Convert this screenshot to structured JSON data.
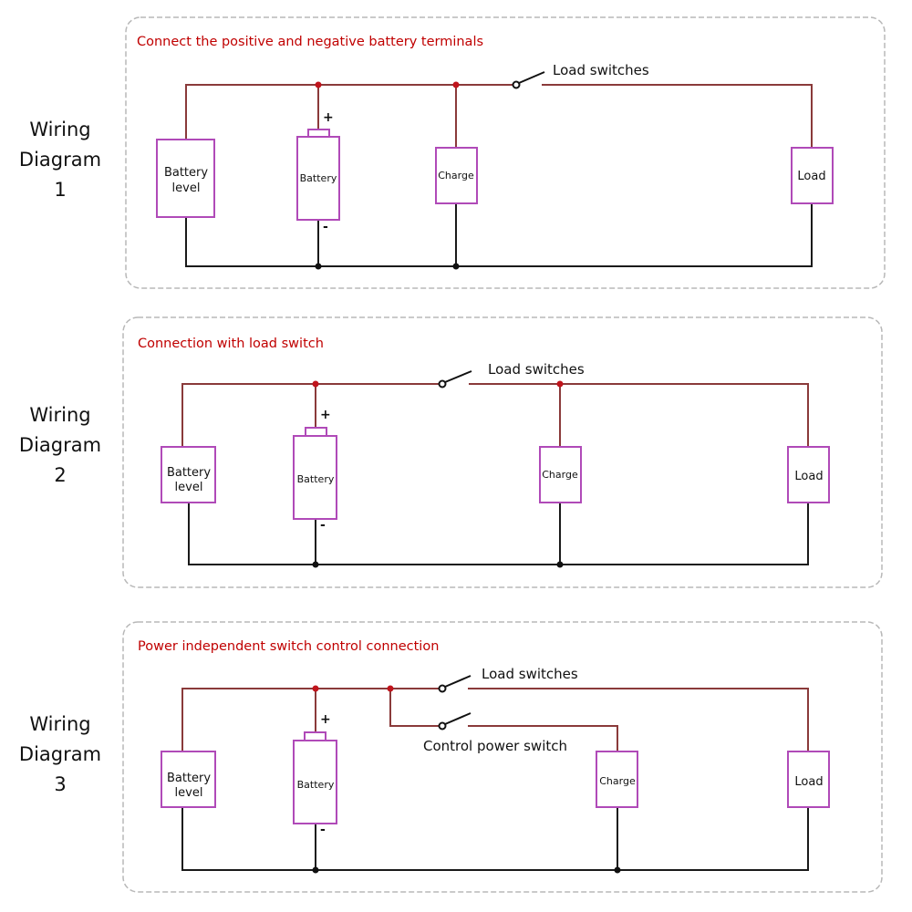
{
  "colors": {
    "title_red": "#c00000",
    "positive_wire": "#8a3a3a",
    "negative_wire": "#1a1a1a",
    "component_border": "#b04ab8",
    "positive_node": "#c0141c",
    "panel_border": "#b8b8b8"
  },
  "panels": [
    {
      "side_label": [
        "Wiring",
        "Diagram",
        "1"
      ],
      "title": "Connect the positive and negative battery terminals",
      "components": {
        "battery_level": [
          "Battery",
          "level"
        ],
        "battery": "Battery",
        "charge": "Charge",
        "load": "Load"
      },
      "battery_signs": {
        "positive": "+",
        "negative": "-"
      },
      "switches": [
        {
          "label": "Load switches"
        }
      ]
    },
    {
      "side_label": [
        "Wiring",
        "Diagram",
        "2"
      ],
      "title": "Connection with load switch",
      "components": {
        "battery_level": [
          "Battery",
          "level"
        ],
        "battery": "Battery",
        "charge": "Charge",
        "load": "Load"
      },
      "battery_signs": {
        "positive": "+",
        "negative": "-"
      },
      "switches": [
        {
          "label": "Load switches"
        }
      ]
    },
    {
      "side_label": [
        "Wiring",
        "Diagram",
        "3"
      ],
      "title": "Power independent switch control connection",
      "components": {
        "battery_level": [
          "Battery",
          "level"
        ],
        "battery": "Battery",
        "charge": "Charge",
        "load": "Load"
      },
      "battery_signs": {
        "positive": "+",
        "negative": "-"
      },
      "switches": [
        {
          "label": "Load switches"
        },
        {
          "label": "Control power switch"
        }
      ]
    }
  ]
}
